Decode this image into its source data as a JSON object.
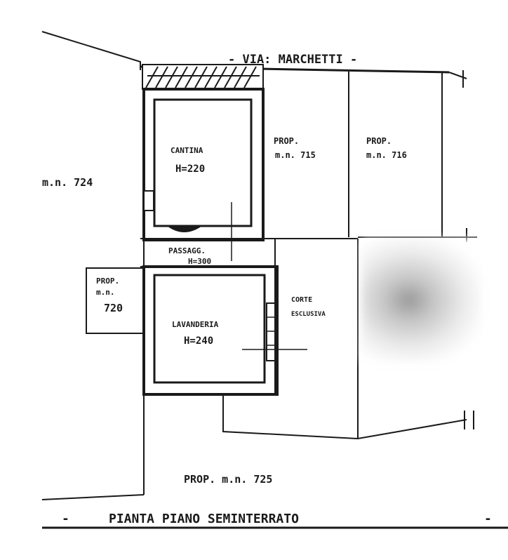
{
  "street": "- VIA: MARCHETTI -",
  "parcels": {
    "left": "m.n. 724",
    "top_mid_1": "PROP.",
    "top_mid_2": "m.n. 715",
    "top_right_1": "PROP.",
    "top_right_2": "m.n. 716",
    "side_left_1": "PROP.",
    "side_left_2": "m.n.",
    "side_left_3": "720",
    "bottom": "PROP. m.n. 725"
  },
  "rooms": {
    "cantina": {
      "name": "CANTINA",
      "height": "H=220"
    },
    "lavanderia": {
      "name": "LAVANDERIA",
      "height": "H=240"
    },
    "passage_1": "PASSAGG.",
    "passage_2": "H=300",
    "courtyard_1": "CORTE",
    "courtyard_2": "ESCLUSIVA"
  },
  "footer": {
    "dash_left": "-",
    "title": "PIANTA   PIANO   SEMINTERRATO",
    "dash_right": "-"
  }
}
